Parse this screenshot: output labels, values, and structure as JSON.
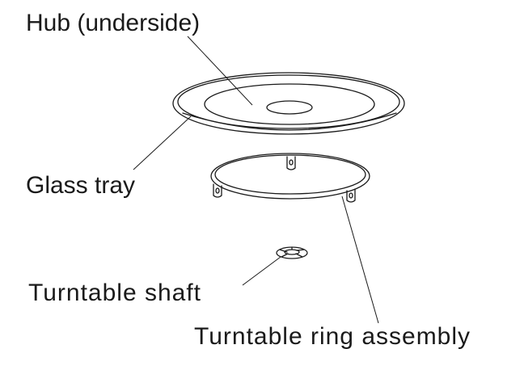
{
  "labels": {
    "hub": "Hub (underside)",
    "glass_tray": "Glass tray",
    "turntable_shaft": "Turntable shaft",
    "turntable_ring": "Turntable ring assembly"
  },
  "colors": {
    "ink": "#1a1a1a",
    "background": "#ffffff"
  }
}
